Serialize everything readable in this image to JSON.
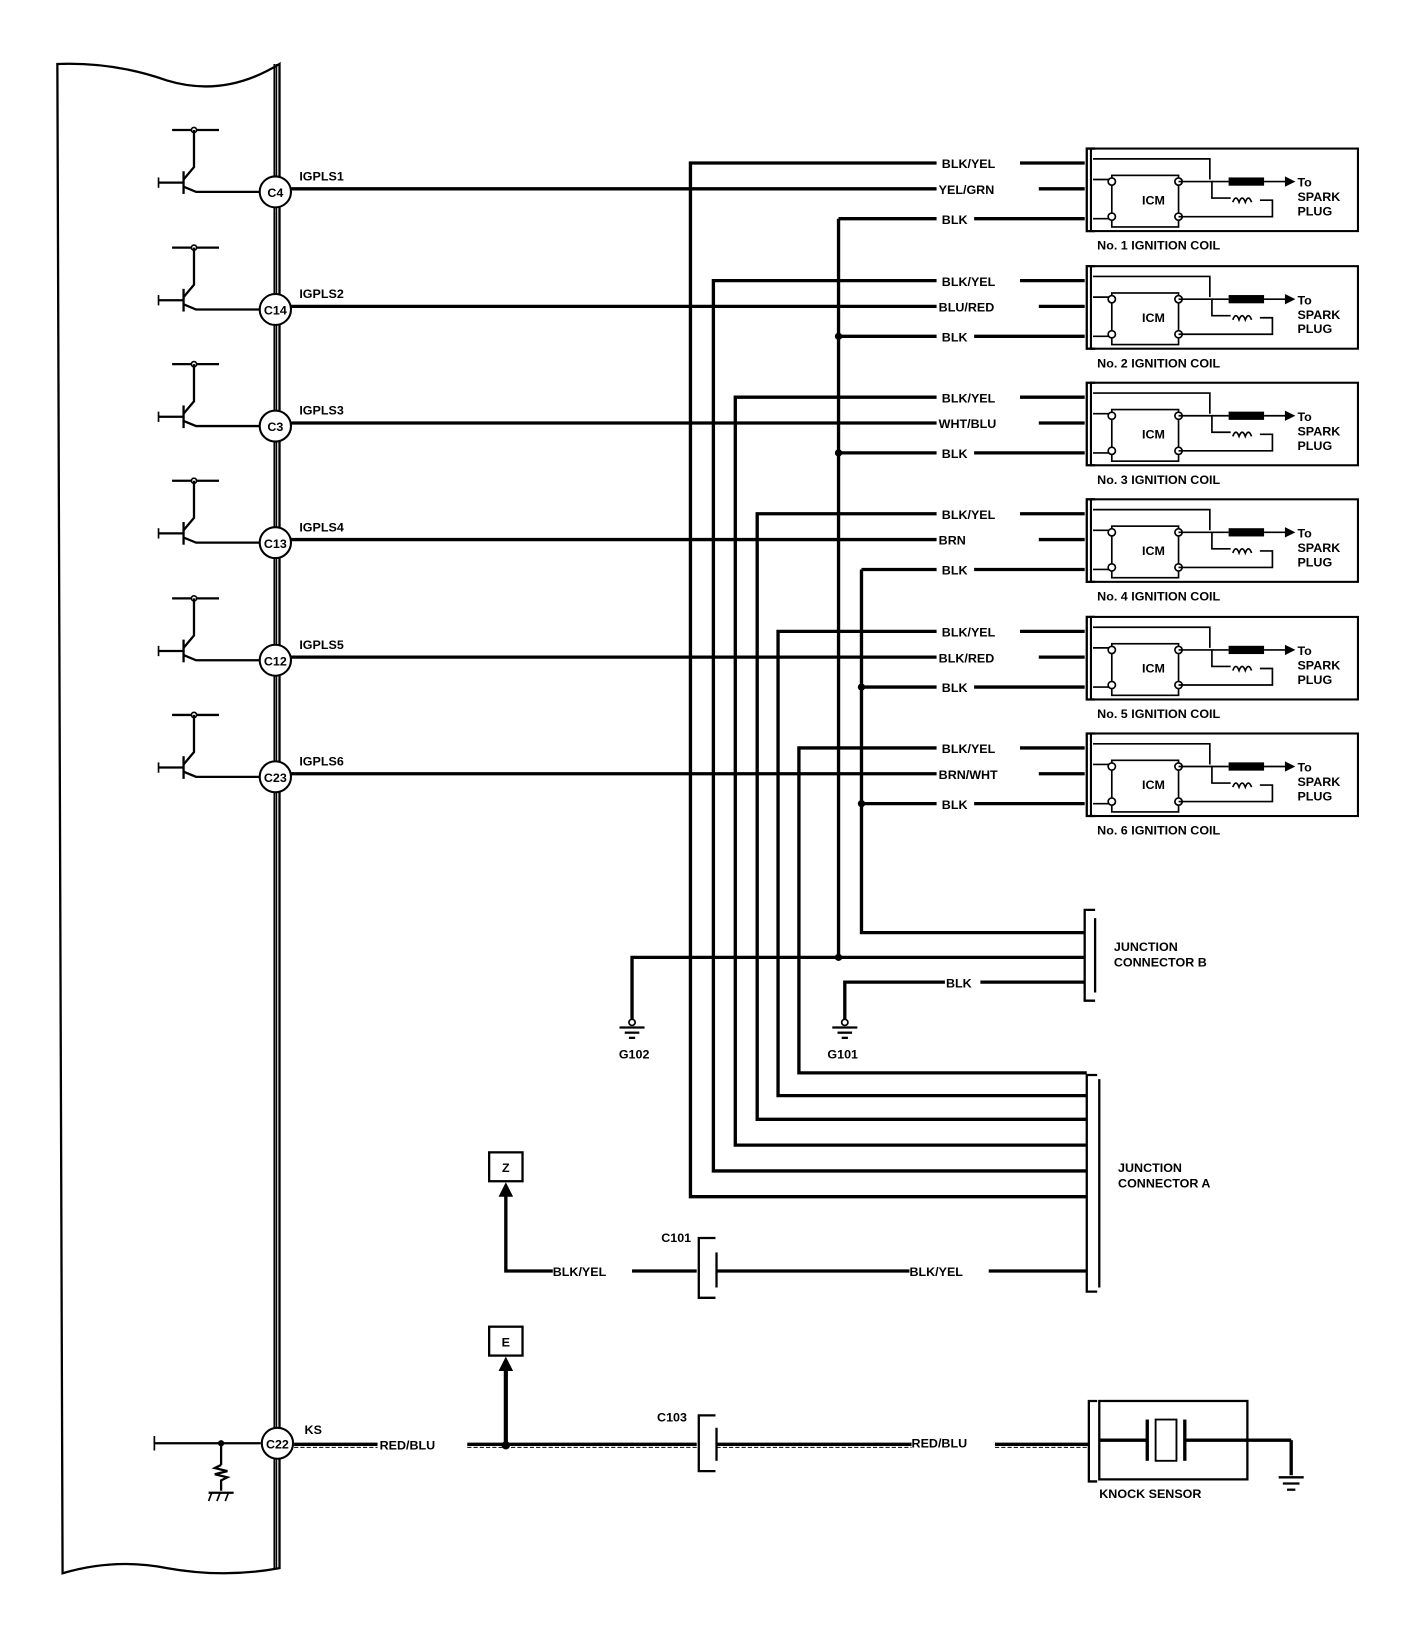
{
  "ecm": {
    "outputs": [
      {
        "pin": "C4",
        "signal": "IGPLS1",
        "wire": "YEL/GRN",
        "coil": "No. 1 IGNITION COIL"
      },
      {
        "pin": "C14",
        "signal": "IGPLS2",
        "wire": "BLU/RED",
        "coil": "No. 2 IGNITION COIL"
      },
      {
        "pin": "C3",
        "signal": "IGPLS3",
        "wire": "WHT/BLU",
        "coil": "No. 3 IGNITION COIL"
      },
      {
        "pin": "C13",
        "signal": "IGPLS4",
        "wire": "BRN",
        "coil": "No. 4 IGNITION COIL"
      },
      {
        "pin": "C12",
        "signal": "IGPLS5",
        "wire": "BLK/RED",
        "coil": "No. 5 IGNITION COIL"
      },
      {
        "pin": "C23",
        "signal": "IGPLS6",
        "wire": "BRN/WHT",
        "coil": "No. 6 IGNITION COIL"
      }
    ],
    "knock": {
      "pin": "C22",
      "signal": "KS"
    }
  },
  "coil": {
    "power_wire": "BLK/YEL",
    "ground_wire": "BLK",
    "module_label": "ICM",
    "output_label": [
      "To",
      "SPARK",
      "PLUG"
    ]
  },
  "junction_b": {
    "label": [
      "JUNCTION",
      "CONNECTOR B"
    ],
    "ground_wire": "BLK"
  },
  "junction_a": {
    "label": [
      "JUNCTION",
      "CONNECTOR A"
    ]
  },
  "grounds": {
    "g102": "G102",
    "g101": "G101"
  },
  "power_feed": {
    "connector": "C101",
    "wire_left": "BLK/YEL",
    "wire_right": "BLK/YEL",
    "ref": "Z"
  },
  "knock_circuit": {
    "connector": "C103",
    "wire_left": "RED/BLU",
    "wire_right": "RED/BLU",
    "ref": "E",
    "sensor_label": "KNOCK SENSOR"
  }
}
